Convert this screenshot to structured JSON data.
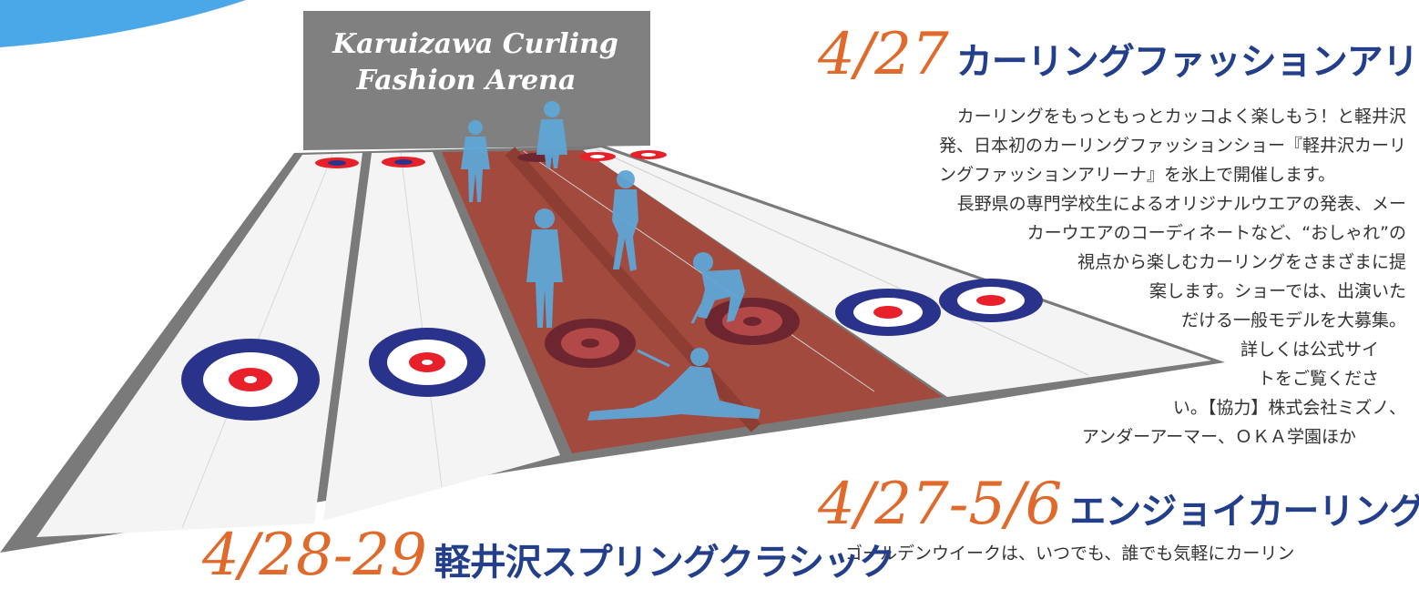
{
  "sign": {
    "line1": "Karuizawa Curling",
    "line2": "Fashion Arena"
  },
  "event1": {
    "date": "4/27",
    "name": "カーリングファッションアリーナ",
    "lines": [
      "カーリングをもっともっとカッコよく楽しもう！と軽井沢",
      "発、日本初のカーリングファッションショー『軽井沢カーリ",
      "ングファッションアリーナ』を氷上で開催します。",
      "長野県の専門学校生によるオリジナルウエアの発表、メー",
      "カーウエアのコーディネートなど、“おしゃれ”の",
      "視点から楽しむカーリングをさまざまに提",
      "案します。ショーでは、出演いた",
      "だける一般モデルを大募集。",
      "詳しくは公式サイ",
      "トをご覧くださ",
      "い。【協力】株式会社ミズノ、",
      "アンダーアーマー、ＯＫＡ学園ほか"
    ]
  },
  "event2": {
    "date": "4/27-5/6",
    "name": "エンジョイカーリング",
    "partial": "ゴールデンウイークは、いつでも、誰でも気軽にカーリン"
  },
  "event3": {
    "date": "4/28-29",
    "name": "軽井沢スプリングクラシック"
  },
  "colors": {
    "accent_orange": "#e06a2c",
    "title_navy": "#233f8c",
    "ring_navy": "#2a338c",
    "ring_red": "#e8202a",
    "sheet_red": "#a34a3e",
    "sign_gray": "#808080",
    "arc_blue": "#4aa8e8",
    "silhouette_blue": "#5fa6d6"
  }
}
